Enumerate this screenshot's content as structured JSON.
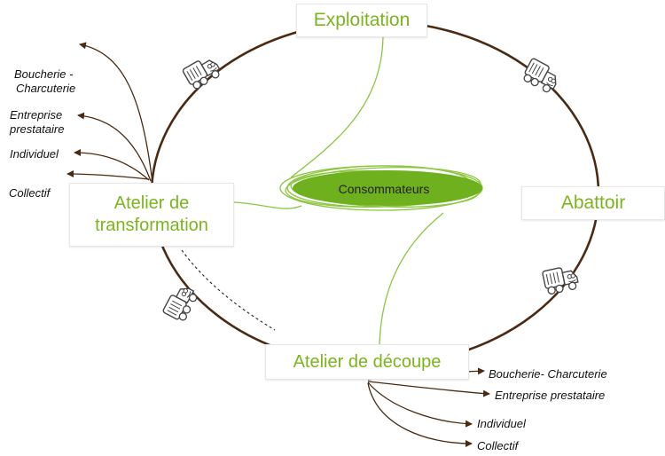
{
  "nodes": {
    "exploitation": "Exploitation",
    "abattoir": "Abattoir",
    "atelier_transformation": [
      "Atelier de",
      "transformation"
    ],
    "atelier_decoupe": "Atelier de découpe",
    "consommateurs": "Consommateurs"
  },
  "outputs_transformation": {
    "boucherie": [
      "Boucherie -",
      "Charcuterie"
    ],
    "entreprise": [
      "Entreprise",
      "prestataire"
    ],
    "individuel": "Individuel",
    "collectif": "Collectif"
  },
  "outputs_decoupe": {
    "boucherie": "Boucherie- Charcuterie",
    "entreprise": "Entreprise prestataire",
    "individuel": "Individuel",
    "collectif": "Collectif"
  },
  "colors": {
    "node_text": "#7ab51d",
    "consumer_fill": "#6fb01e",
    "cycle_stroke": "#4a2a12",
    "connector": "#8cc63f",
    "arrow": "#4a2a12"
  },
  "icons": [
    "truck-icon",
    "truck-icon",
    "truck-icon",
    "truck-icon"
  ]
}
